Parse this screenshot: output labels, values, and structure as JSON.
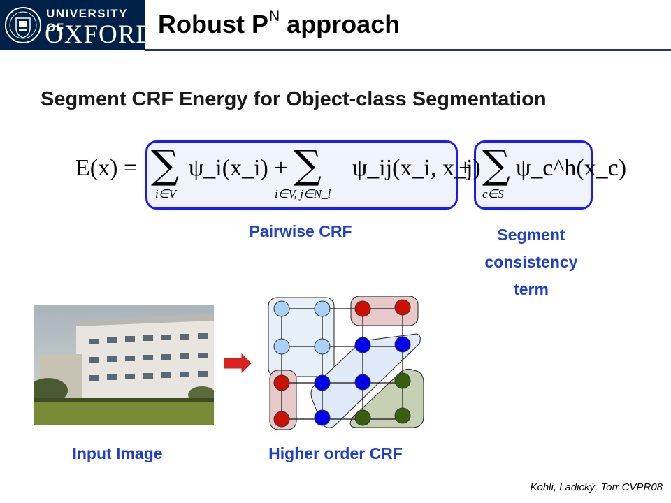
{
  "header": {
    "university_line": "UNIVERSITY OF",
    "oxford_line": "OXFORD",
    "title_main": "Robust P",
    "title_sup": "N",
    "title_end": " approach"
  },
  "subtitle": "Segment CRF Energy for Object-class Segmentation",
  "equation": {
    "lhs": "E(x) =",
    "unary_term": "ψ_i(x_i) +",
    "unary_sub": "i∈V",
    "pairwise_term": "ψ_ij(x_i, x_j)",
    "pairwise_sub": "i∈V, j∈N_l",
    "plus": "+",
    "higher_term": "ψ_c^h(x_c)",
    "higher_sub": "c∈S"
  },
  "labels": {
    "pairwise": "Pairwise CRF",
    "segment": [
      "Segment",
      "consistency",
      "term"
    ],
    "input_image": "Input Image",
    "higher_order": "Higher order CRF"
  },
  "colors": {
    "header_navy": "#002147",
    "label_blue": "#1f3fd0",
    "box_border": "#1a1aff",
    "node_light_blue": "#a9d0f5",
    "node_blue": "#0000ee",
    "node_red": "#cc1100",
    "node_green": "#3a5e0f",
    "arrow_red": "#e02020"
  },
  "citation": "Kohli, Ladický, Torr CVPR08"
}
